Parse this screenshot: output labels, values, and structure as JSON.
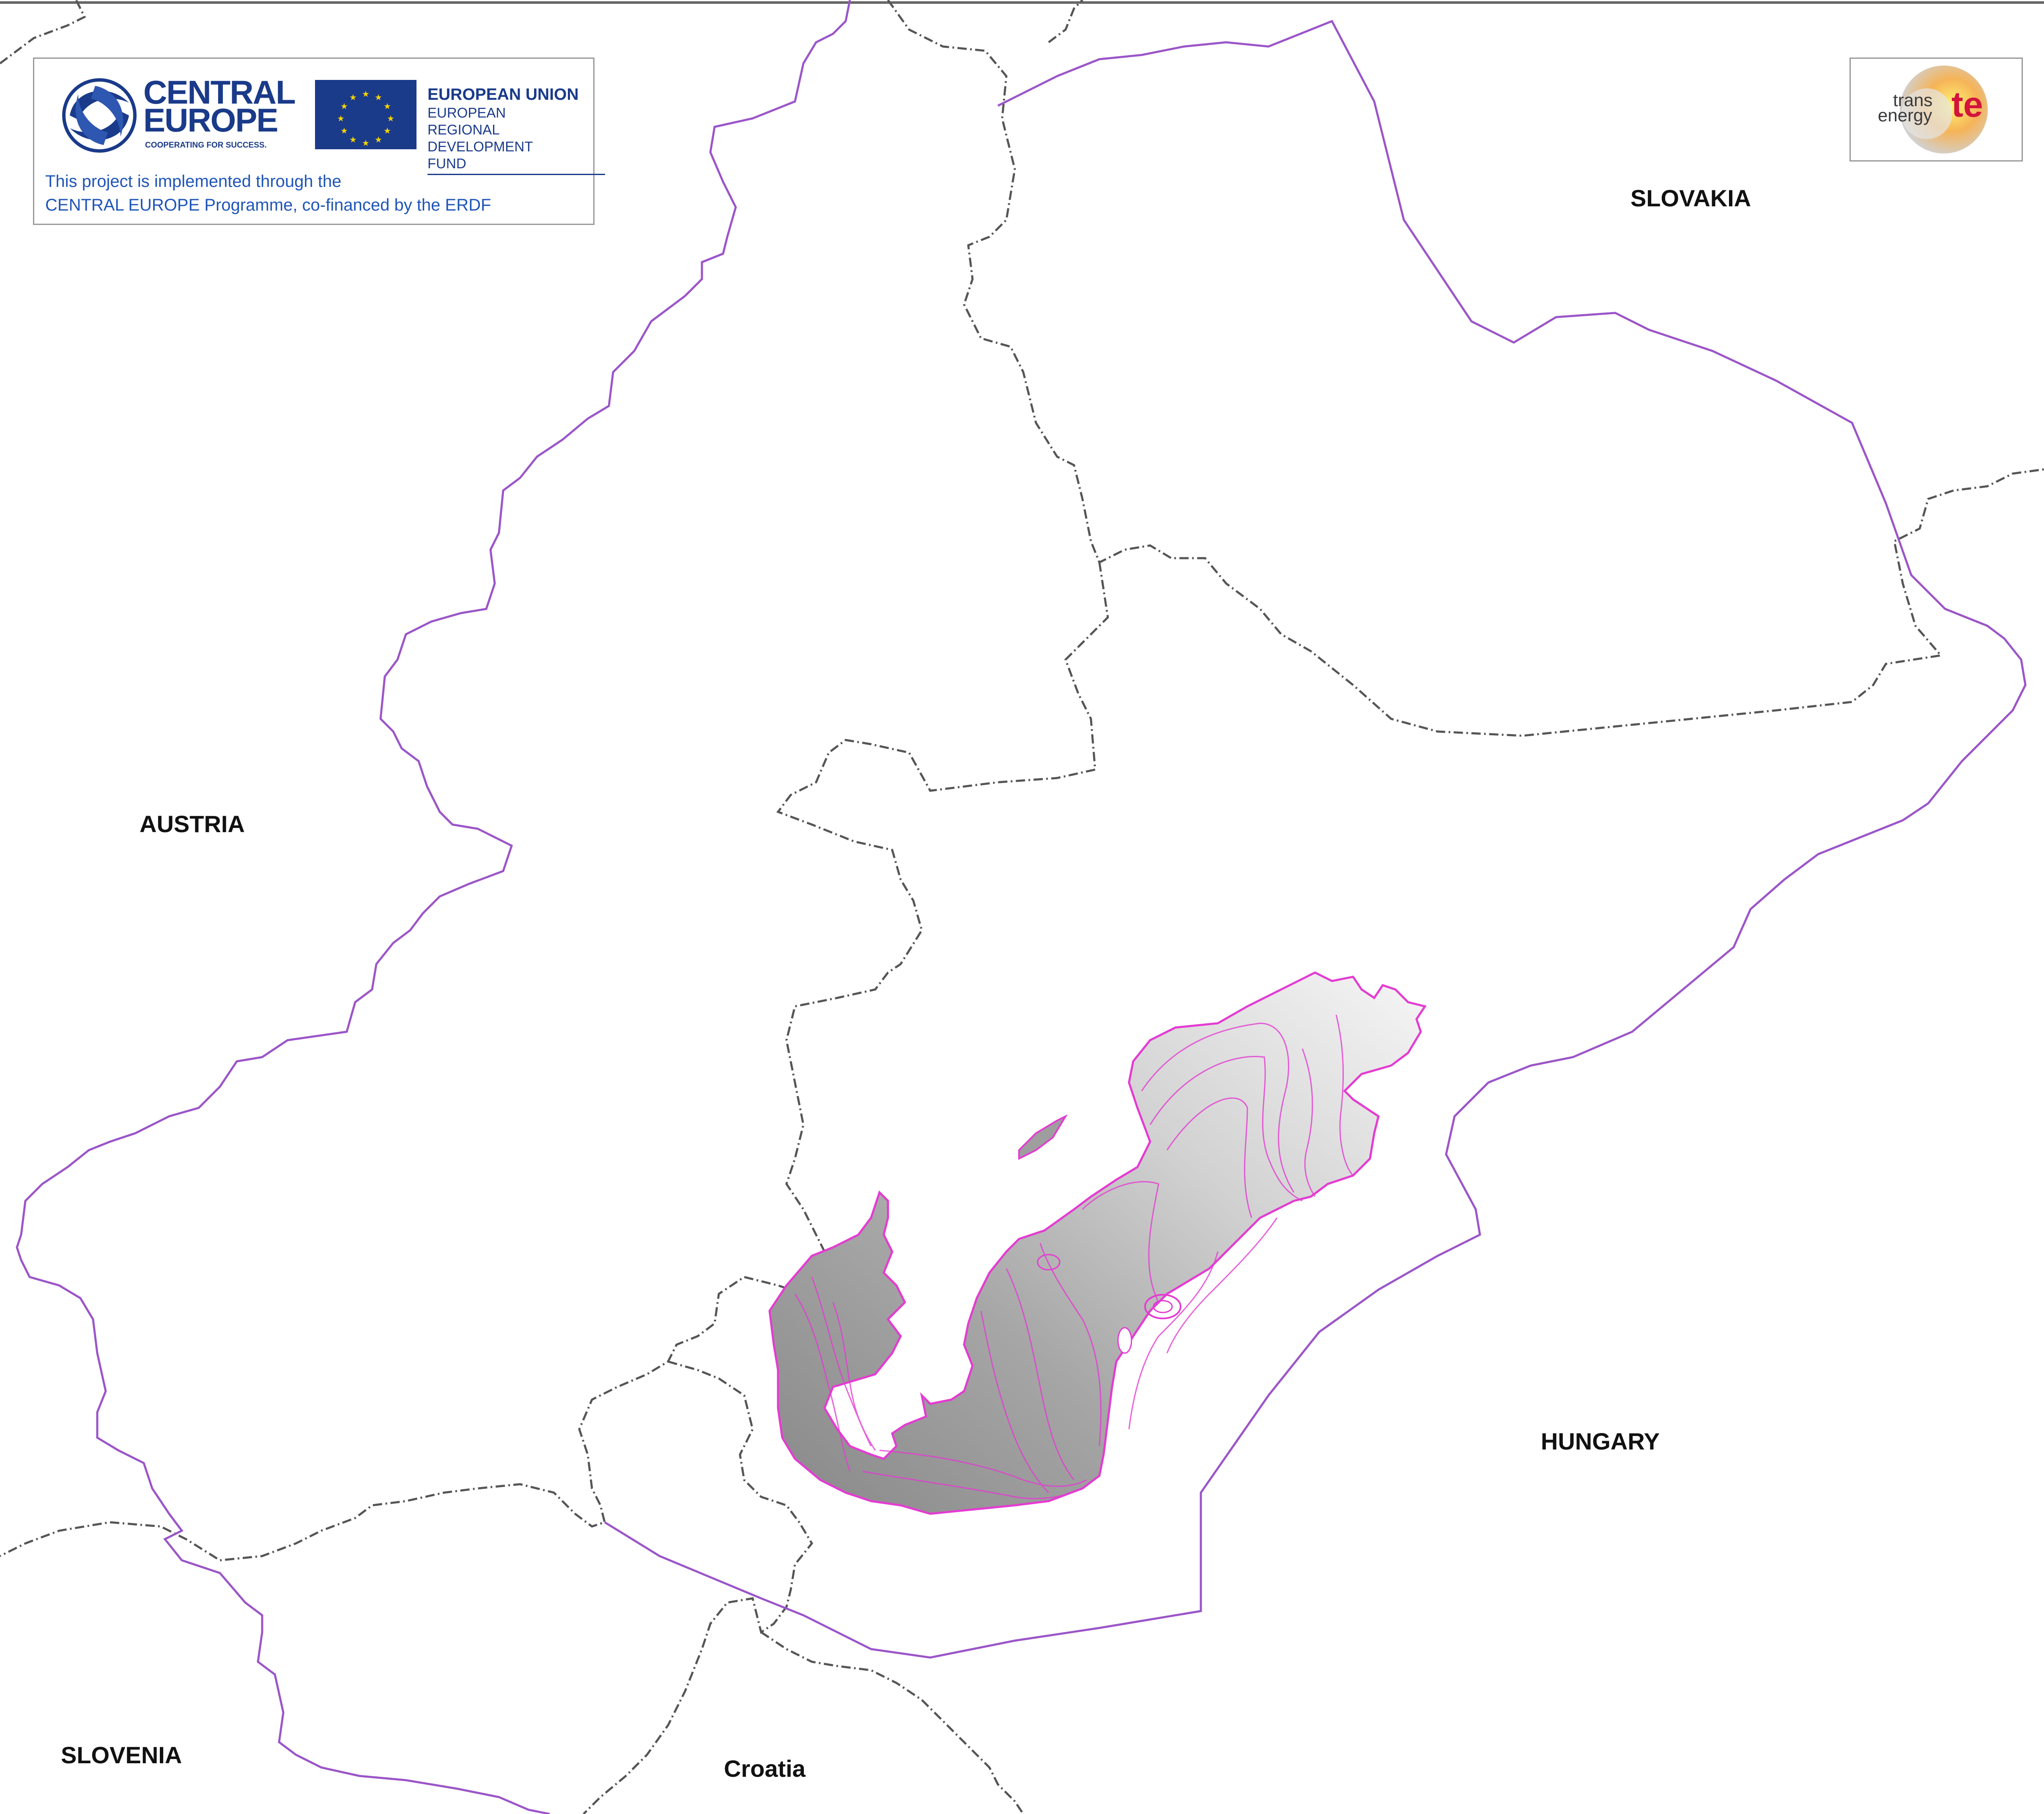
{
  "map": {
    "labels": {
      "slovakia": "SLOVAKIA",
      "austria": "AUSTRIA",
      "hungary": "HUNGARY",
      "slovenia": "SLOVENIA",
      "croatia": "Croatia"
    },
    "colors": {
      "national_border": "#9b55c8",
      "regional_border": "#555555",
      "contour_lines": "#e43bd2",
      "shading_dark": "#8a8a8a",
      "shading_light": "#f4f4f4"
    }
  },
  "central_europe_logo": {
    "title_line1": "CENTRAL",
    "title_line2": "EUROPE",
    "tagline": "COOPERATING FOR SUCCESS.",
    "brand_color": "#1a3a8a"
  },
  "eu_logo": {
    "title": "EUROPEAN UNION",
    "subtitle": "EUROPEAN REGIONAL DEVELOPMENT FUND",
    "flag_color": "#1a3a8a",
    "star_color": "#f5d400"
  },
  "project_text": {
    "line1": "This project is implemented through the",
    "line2": "CENTRAL EUROPE Programme, co-financed by the ERDF"
  },
  "transenergy_logo": {
    "word1": "trans",
    "word2": "energy",
    "mark": "te",
    "mark_color": "#d3143c"
  }
}
